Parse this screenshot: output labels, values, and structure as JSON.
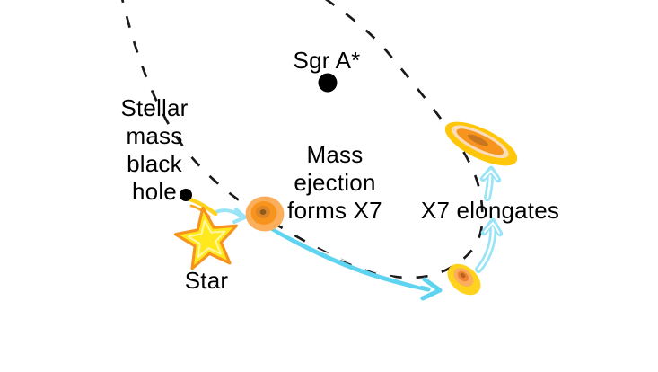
{
  "figure": {
    "labels": {
      "sgr_a": "Sgr A*",
      "stellar_bh": "Stellar\nmass\nblack\nhole",
      "mass_ejection": "Mass\nejection\nforms X7",
      "star": "Star",
      "x7_elongates": "X7 elongates"
    },
    "colors": {
      "text": "#000000",
      "orbit_dash": "#1a1a1a",
      "black_dot": "#000000",
      "arrow_cyan": "#5fd4f0",
      "arrow_cyan_light": "#9ae4f8",
      "arrow_core_white": "#ffffff",
      "star_fill": "#ffe81c",
      "star_outline": "#f7941d",
      "star_inner_line": "#fff6a8",
      "swoosh_yellow": "#ffd21e",
      "swoosh_orange": "#f9a825",
      "blob1_outer": "#fbae5b",
      "blob1_mid": "#f7941d",
      "blob1_inner": "#e08428",
      "blob1_core": "#8a5a1e",
      "blob2_outer": "#ffd21e",
      "blob2_mid": "#fbae5b",
      "blob2_inner": "#f08233",
      "blob2_core": "#b5651d",
      "blob3_outer": "#ffc60a",
      "blob3_ring": "#fbdcb9",
      "blob3_mid": "#f7941d",
      "blob3_core": "#c8761f"
    }
  }
}
